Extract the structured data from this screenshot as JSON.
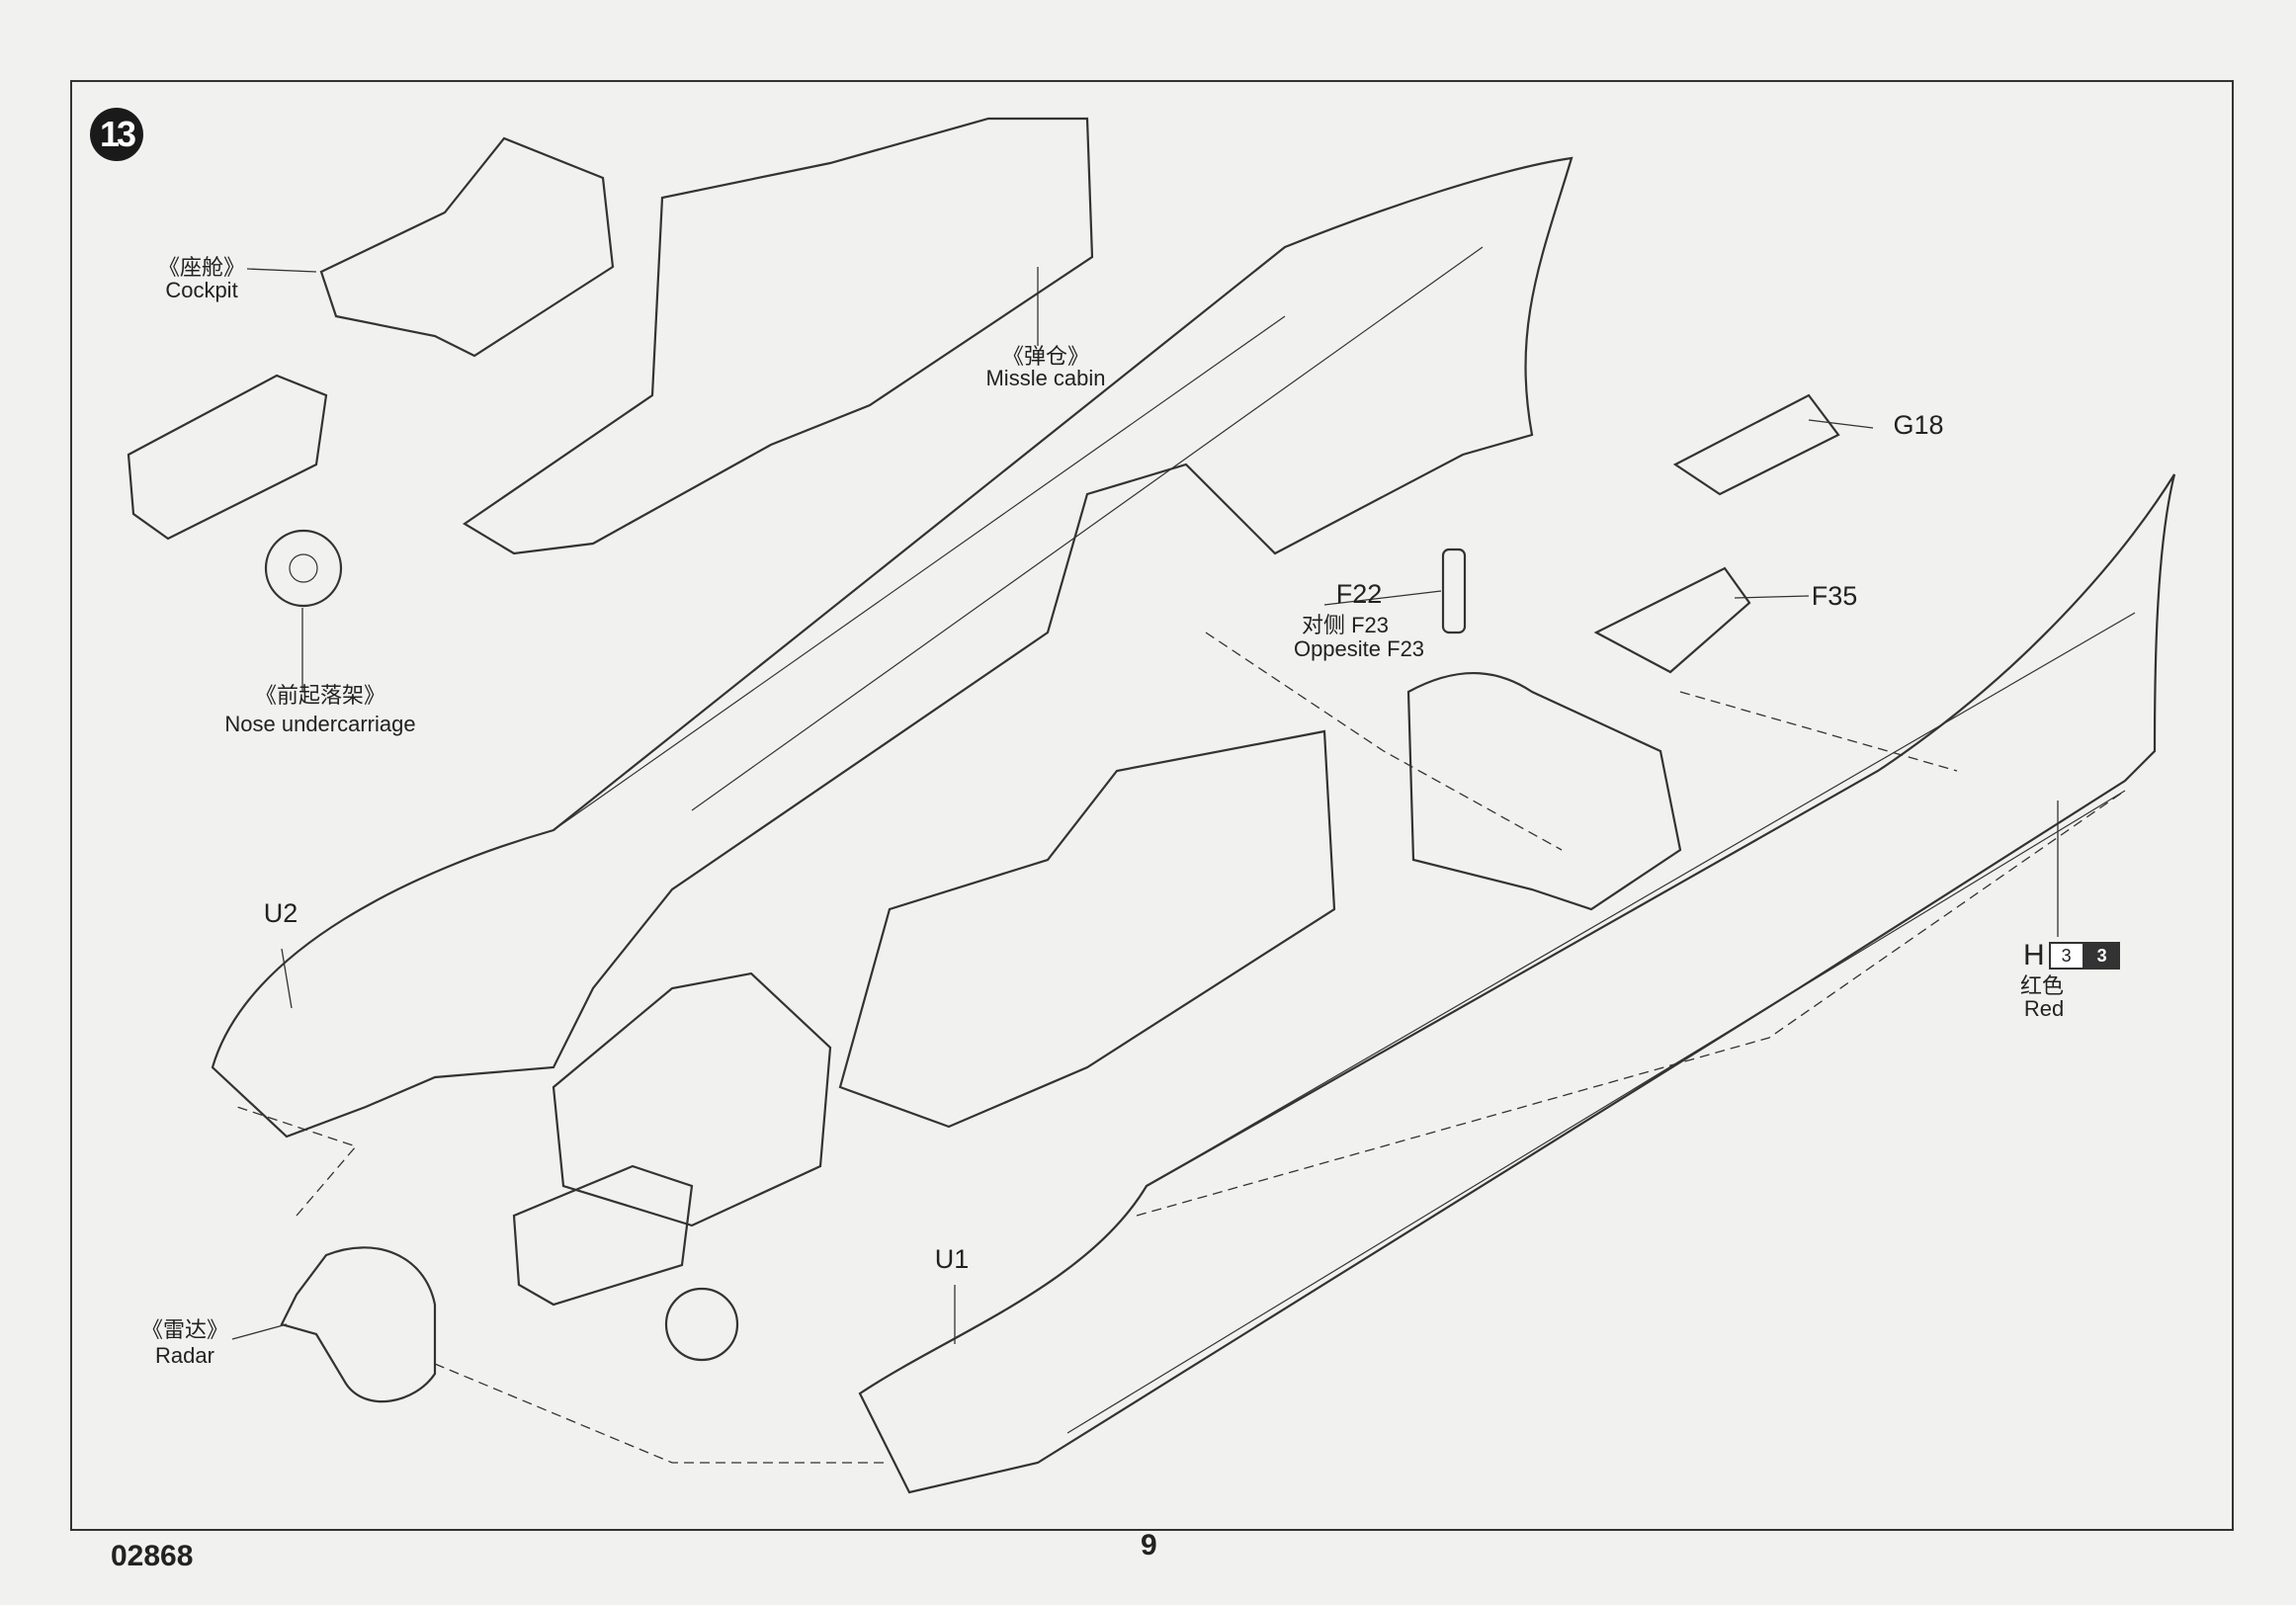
{
  "step": {
    "number": "13"
  },
  "labels": {
    "cockpit_cn": "《座舱》",
    "cockpit_en": "Cockpit",
    "missile_cn": "《弹仓》",
    "missile_en": "Missle cabin",
    "nose_cn": "《前起落架》",
    "nose_en": "Nose undercarriage",
    "radar_cn": "《雷达》",
    "radar_en": "Radar",
    "u1": "U1",
    "u2": "U2",
    "g18": "G18",
    "f35": "F35",
    "f22": "F22",
    "f23_cn": "对侧 F23",
    "f23_en": "Oppesite F23"
  },
  "paint": {
    "letter": "H",
    "code_light": "3",
    "code_dark": "3",
    "color_cn": "红色",
    "color_en": "Red"
  },
  "footer": {
    "kit_code": "02868",
    "page_number": "9"
  }
}
